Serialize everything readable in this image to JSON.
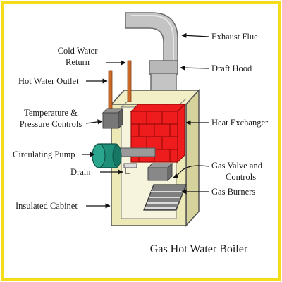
{
  "labels": {
    "exhaust_flue": "Exhaust Flue",
    "draft_hood": "Draft Hood",
    "cold_water_line1": "Cold Water",
    "cold_water_line2": "Return",
    "hot_water_outlet": "Hot Water Outlet",
    "temp_line1": "Temperature &",
    "temp_line2": "Pressure Controls",
    "heat_exchanger": "Heat Exchanger",
    "circulating_pump": "Circulating Pump",
    "drain": "Drain",
    "gas_valve_line1": "Gas Valve and",
    "gas_valve_line2": "Controls",
    "gas_burners": "Gas Burners",
    "insulated_cabinet": "Insulated Cabinet"
  },
  "caption": "Gas Hot Water Boiler",
  "colors": {
    "frame_border": "#f3dc1a",
    "cabinet": "#ece9b6",
    "flue": "#c4c4c4",
    "heat_exchanger": "#ee1c1c",
    "pump": "#1f8f7a",
    "pipe": "#c96a2a",
    "burner": "#8a8a8a"
  }
}
